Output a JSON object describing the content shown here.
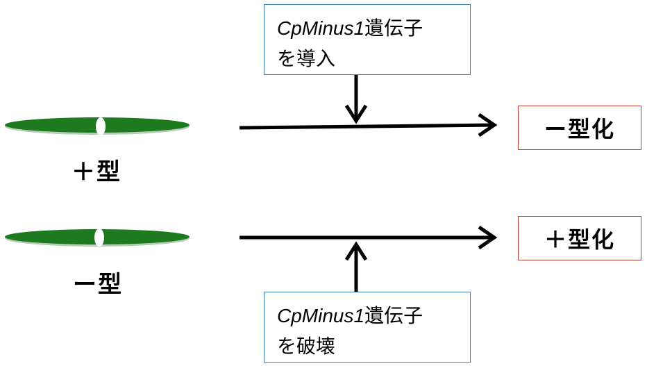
{
  "cells": [
    {
      "label": "＋型"
    },
    {
      "label": "ー型"
    }
  ],
  "gene_boxes": [
    {
      "gene_name": "CpMinus1",
      "line1_suffix": "遺伝子",
      "line2": "を導入"
    },
    {
      "gene_name": "CpMinus1",
      "line1_suffix": "遺伝子",
      "line2": "を破壊"
    }
  ],
  "results": [
    {
      "label": "ー型化"
    },
    {
      "label": "＋型化"
    }
  ],
  "colors": {
    "cell_fill": "#1e7a1e",
    "cell_nucleus": "#ffffff",
    "gene_box_border": "#3a7fb0",
    "result_box_border": "#c0392b",
    "arrow": "#000000"
  }
}
